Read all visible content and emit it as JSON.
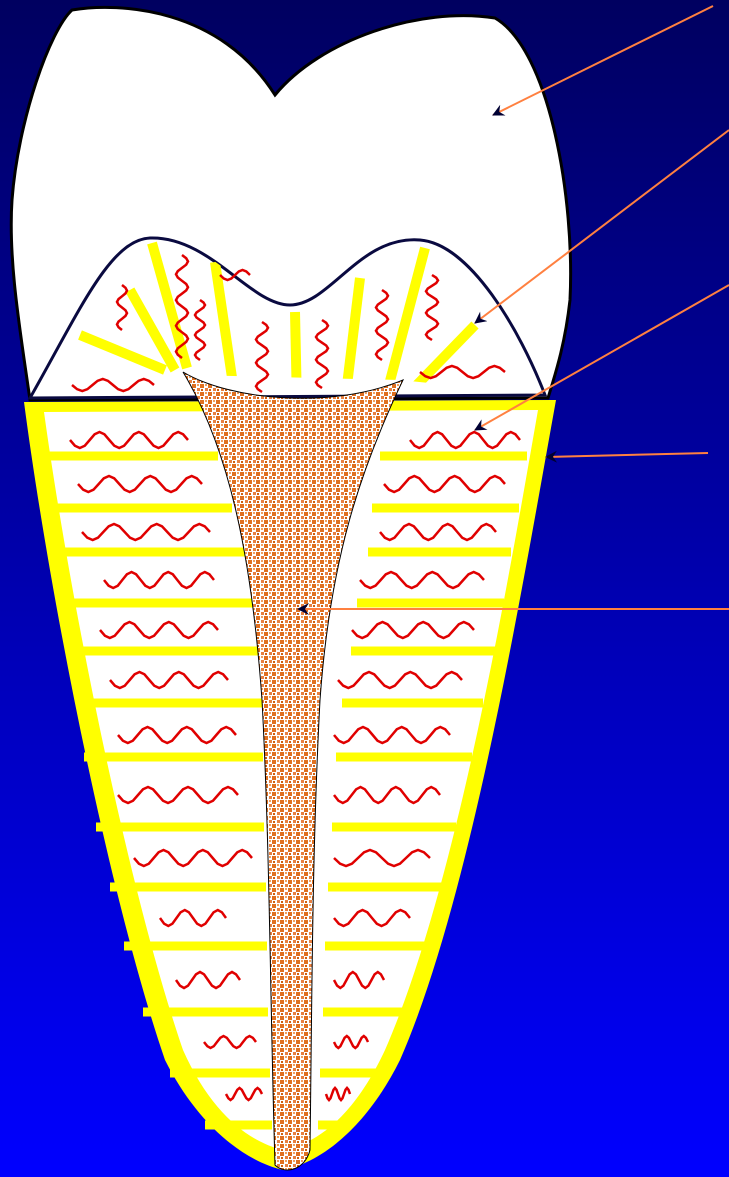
{
  "diagram": {
    "subject": "tooth-cross-section",
    "parts": [
      "enamel",
      "dentin",
      "pulp",
      "cementum",
      "tubules"
    ],
    "colors": {
      "background_top": "#000060",
      "background_bottom": "#0000ff",
      "enamel": "#ffffff",
      "dentin": "#ffffff",
      "stripe": "#ffff00",
      "wave": "#e00000",
      "pulp": "#e07020",
      "leader": "#ff8040",
      "arrowhead": "#000033"
    },
    "labels": []
  }
}
